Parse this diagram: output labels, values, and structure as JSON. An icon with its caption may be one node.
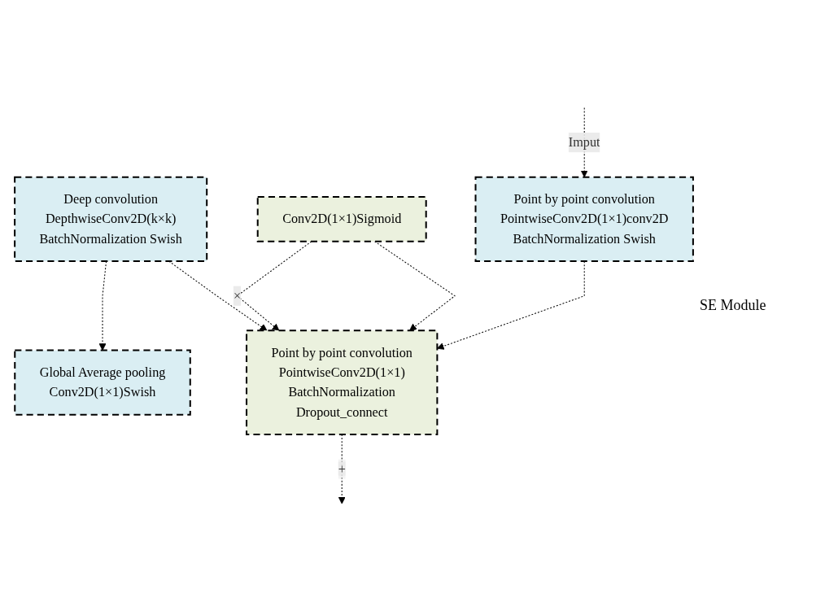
{
  "diagram": {
    "nodes": [
      {
        "text": [
          "Point by point convolution",
          "PointwiseConv2D(1×1)conv2D",
          "BatchNormalization Swish"
        ]
      },
      {
        "text": [
          "Deep convolution",
          "DepthwiseConv2D(k×k)",
          "BatchNormalization Swish"
        ]
      },
      {
        "text": [
          "Global Average pooling",
          "Conv2D(1×1)Swish"
        ]
      },
      {
        "text": [
          "Conv2D(1×1)Sigmoid"
        ]
      },
      {
        "text": [
          "Point by point convolution",
          "PointwiseConv2D(1×1)",
          "BatchNormalization",
          "Dropout_connect"
        ]
      }
    ],
    "edges": [
      {
        "from": null,
        "to": 0,
        "arrow": "to",
        "label": "Imput",
        "style": "dashed"
      },
      {
        "from": 1,
        "to": 2,
        "arrow": "to",
        "style": "dashed"
      },
      {
        "from": 1,
        "to": 4,
        "arrow": "to",
        "style": "dashed"
      },
      {
        "from": 3,
        "to": 4,
        "arrow": "to",
        "label": "×",
        "style": "dashed"
      },
      {
        "from": 3,
        "to": 4,
        "arrow": "to",
        "style": "dashed"
      },
      {
        "from": 0,
        "to": 4,
        "arrow": "to",
        "style": "dashed"
      },
      {
        "from": 4,
        "to": null,
        "arrow": "to",
        "label": "+",
        "style": "dashed"
      }
    ],
    "labels": [
      "SE Module"
    ]
  }
}
